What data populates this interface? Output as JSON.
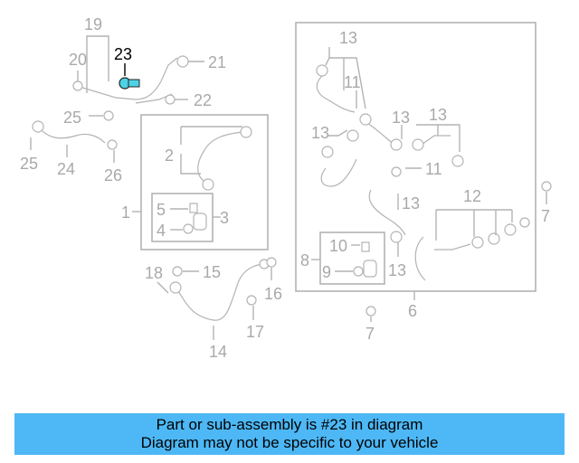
{
  "colors": {
    "callout_gray": "#a9a9a9",
    "line_gray": "#b3b3b3",
    "highlight": "#000000",
    "highlight_part": "#4dd2e6",
    "caption_bg": "#4db8f5"
  },
  "labels": {
    "l1": "1",
    "l2": "2",
    "l3": "3",
    "l4": "4",
    "l5": "5",
    "l6": "6",
    "l7a": "7",
    "l7b": "7",
    "l8": "8",
    "l9": "9",
    "l10": "10",
    "l11a": "11",
    "l11b": "11",
    "l12": "12",
    "l13a": "13",
    "l13b": "13",
    "l13c": "13",
    "l13d": "13",
    "l13e": "13",
    "l13f": "13",
    "l14": "14",
    "l15": "15",
    "l16": "16",
    "l17": "17",
    "l18": "18",
    "l19": "19",
    "l20": "20",
    "l21": "21",
    "l22": "22",
    "l23": "23",
    "l24": "24",
    "l25a": "25",
    "l25b": "25",
    "l26": "26"
  },
  "caption": {
    "line1": "Part or sub-assembly is #23 in diagram",
    "line2": "Diagram may not be specific to your vehicle"
  }
}
